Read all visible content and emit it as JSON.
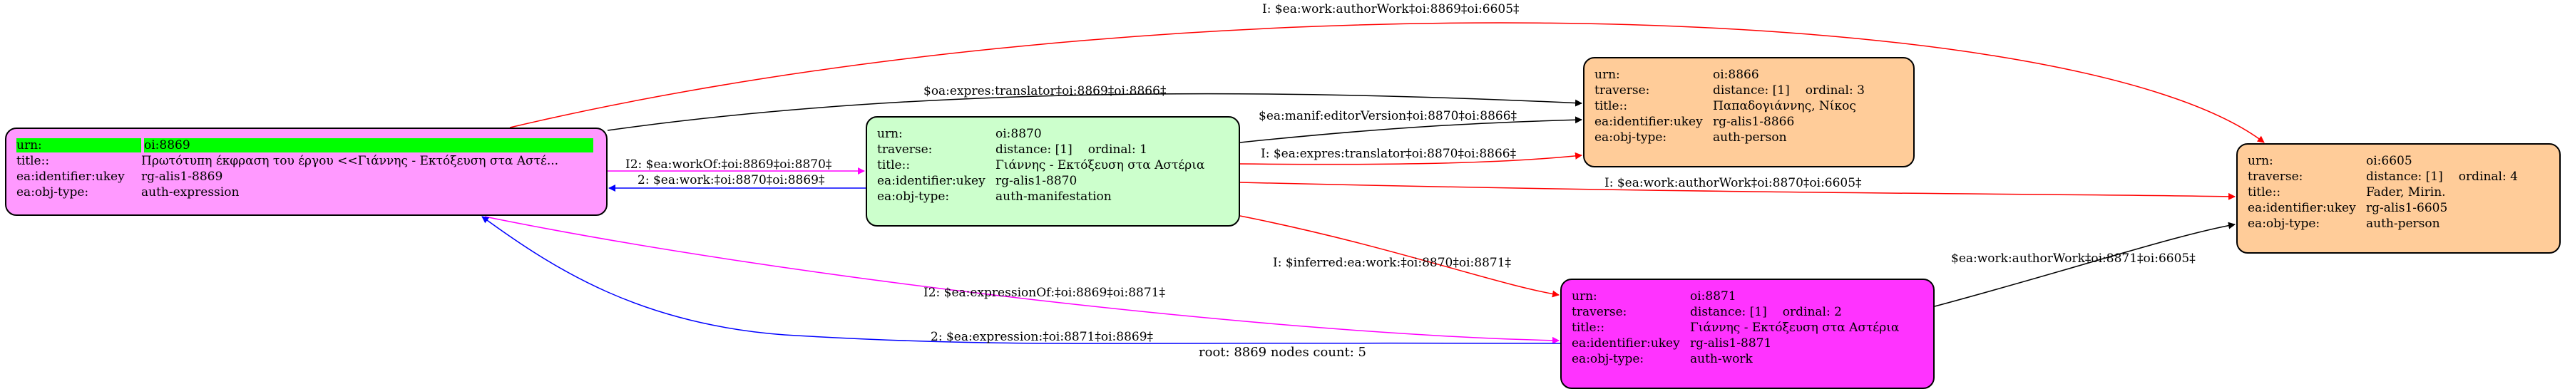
{
  "nodes": {
    "n8869": {
      "rows": [
        {
          "key": "urn:",
          "value": "oi:8869"
        },
        {
          "key": "title::",
          "value": "Πρωτότυπη έκφραση του έργου <<Γιάννης - Εκτόξευση στα Αστέ..."
        },
        {
          "key": "ea:identifier:ukey",
          "value": "rg-alis1-8869"
        },
        {
          "key": "ea:obj-type:",
          "value": "auth-expression"
        }
      ]
    },
    "n8870": {
      "urn": {
        "key": "urn:",
        "value": "oi:8870"
      },
      "traverse": {
        "key": "traverse:",
        "distance": "distance: [1]",
        "ordinal": "ordinal: 1"
      },
      "title": {
        "key": "title::",
        "value": "Γιάννης - Εκτόξευση στα Αστέρια"
      },
      "ukey": {
        "key": "ea:identifier:ukey",
        "value": "rg-alis1-8870"
      },
      "objtype": {
        "key": "ea:obj-type:",
        "value": "auth-manifestation"
      }
    },
    "n8866": {
      "urn": {
        "key": "urn:",
        "value": "oi:8866"
      },
      "traverse": {
        "key": "traverse:",
        "distance": "distance: [1]",
        "ordinal": "ordinal: 3"
      },
      "title": {
        "key": "title::",
        "value": "Παπαδογιάννης, Νίκος"
      },
      "ukey": {
        "key": "ea:identifier:ukey",
        "value": "rg-alis1-8866"
      },
      "objtype": {
        "key": "ea:obj-type:",
        "value": "auth-person"
      }
    },
    "n8871": {
      "urn": {
        "key": "urn:",
        "value": "oi:8871"
      },
      "traverse": {
        "key": "traverse:",
        "distance": "distance: [1]",
        "ordinal": "ordinal: 2"
      },
      "title": {
        "key": "title::",
        "value": "Γιάννης - Εκτόξευση στα Αστέρια"
      },
      "ukey": {
        "key": "ea:identifier:ukey",
        "value": "rg-alis1-8871"
      },
      "objtype": {
        "key": "ea:obj-type:",
        "value": "auth-work"
      }
    },
    "n6605": {
      "urn": {
        "key": "urn:",
        "value": "oi:6605"
      },
      "traverse": {
        "key": "traverse:",
        "distance": "distance: [1]",
        "ordinal": "ordinal: 4"
      },
      "title": {
        "key": "title::",
        "value": "Fader, Mirin."
      },
      "ukey": {
        "key": "ea:identifier:ukey",
        "value": "rg-alis1-6605"
      },
      "objtype": {
        "key": "ea:obj-type:",
        "value": "auth-person"
      }
    }
  },
  "edges": {
    "authorWork_8869_6605": "I: $ea:work:authorWork‡oi:8869‡oi:6605‡",
    "expresTranslator_8869_8866": "$oa:expres:translator‡oi:8869‡oi:8866‡",
    "workOf_8869_8870": "I2: $ea:workOf:‡oi:8869‡oi:8870‡",
    "work_8870_8869": "2: $ea:work:‡oi:8870‡oi:8869‡",
    "manifEditorVersion_8870_8866": "$ea:manif:editorVersion‡oi:8870‡oi:8866‡",
    "expresTranslator_8870_8866": "I: $ea:expres:translator‡oi:8870‡oi:8866‡",
    "authorWork_8870_6605": "I: $ea:work:authorWork‡oi:8870‡oi:6605‡",
    "inferredWork_8870_8871": "I: $inferred:ea:work:‡oi:8870‡oi:8871‡",
    "expressionOf_8869_8871": "I2: $ea:expressionOf:‡oi:8869‡oi:8871‡",
    "expression_8871_8869": "2: $ea:expression:‡oi:8871‡oi:8869‡",
    "authorWork_8871_6605": "$ea:work:authorWork‡oi:8871‡oi:6605‡"
  },
  "colors": {
    "red": "#ff0000",
    "black": "#000000",
    "magenta": "#ff00ff",
    "blue": "#0000ff",
    "node_8869": "#ff99ff",
    "node_8870": "#ccffcc",
    "node_8866": "#ffcc99",
    "node_8871": "#ff33ff",
    "node_6605": "#ffcc99",
    "urn_highlight": "#00ff00"
  },
  "caption": "root: 8869 nodes count: 5"
}
